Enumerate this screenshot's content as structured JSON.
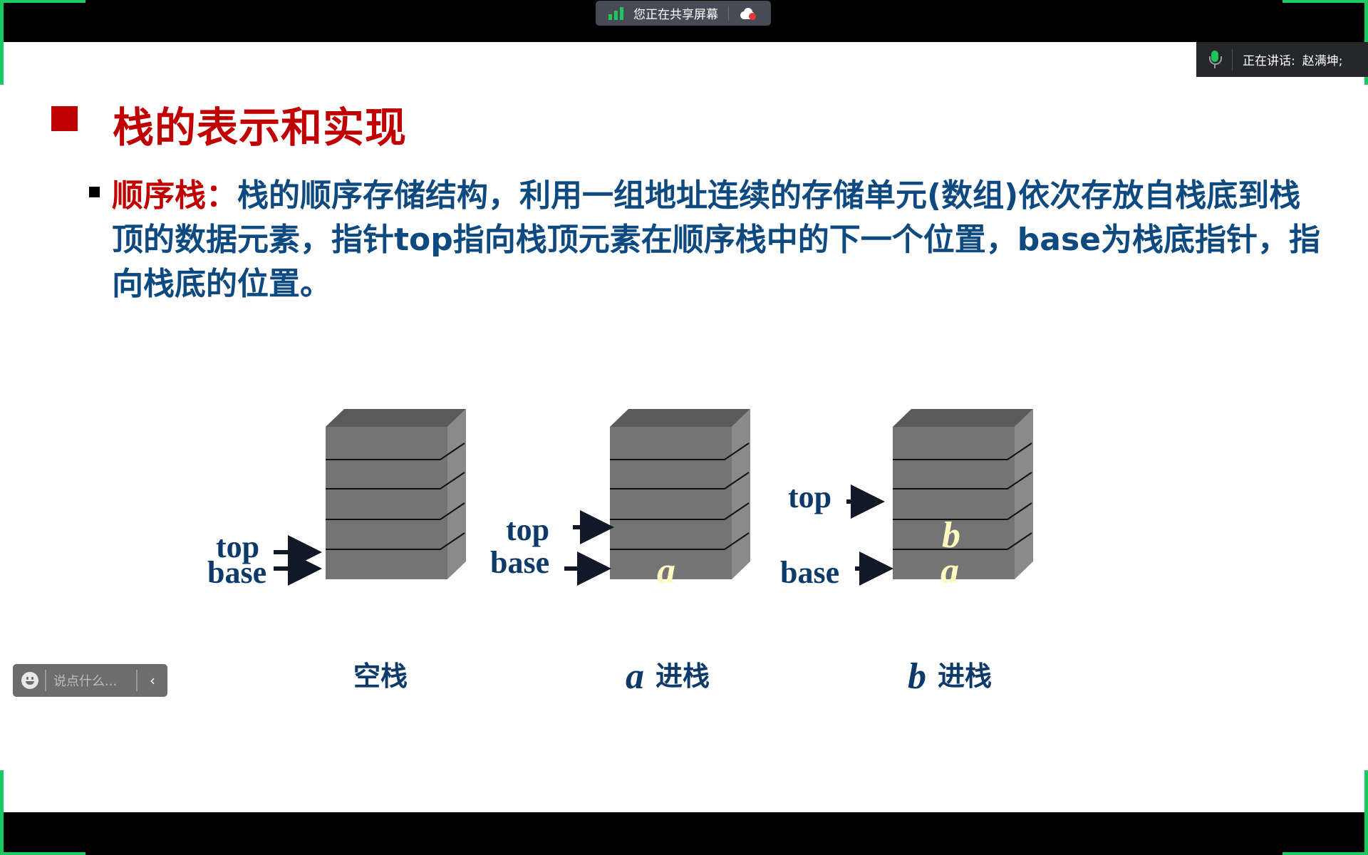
{
  "share_bar": {
    "status_text": "您正在共享屏幕",
    "status_color": "#1ec45c",
    "icons": [
      "signal-icon",
      "cloud-record-icon"
    ]
  },
  "speaker": {
    "label": "正在讲话:",
    "name": "赵满坤;",
    "icon": "microphone-icon"
  },
  "slide": {
    "title": "栈的表示和实现",
    "bullet_keyword": "顺序栈：",
    "bullet_text": "栈的顺序存储结构，利用一组地址连续的存储单元(数组)依次存放自栈底到栈顶的数据元素，指针top指向栈顶元素在顺序栈中的下一个位置，base为栈底指针，指向栈底的位置。",
    "title_color": "#c00000",
    "text_color": "#0e4a80",
    "diagram": {
      "top_label": "top",
      "base_label": "base",
      "element_a": "a",
      "element_b": "b",
      "captions": [
        {
          "prefix": "",
          "text": "空栈"
        },
        {
          "prefix": "a",
          "text": "进栈"
        },
        {
          "prefix": "b",
          "text": "进栈"
        }
      ]
    }
  },
  "chat": {
    "placeholder": "说点什么...",
    "collapse_icon": "chevron-left-icon",
    "emoji_icon": "smiley-icon"
  }
}
